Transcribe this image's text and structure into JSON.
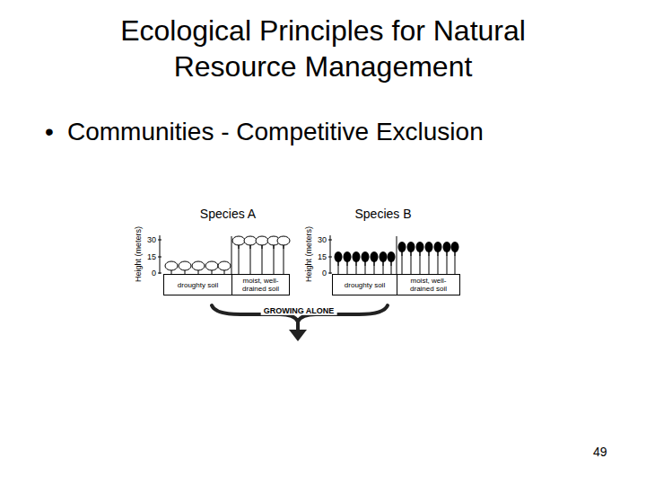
{
  "diagram": {
    "title": "Ecological Principles for Natural Resource Management",
    "nodes": [
      {
        "text": [
          "droughty soil"
        ]
      },
      {
        "text": [
          "moist, well-drained soil"
        ]
      },
      {
        "text": [
          "droughty soil"
        ]
      },
      {
        "text": [
          "moist, well-drained soil"
        ]
      }
    ],
    "labels": [
      "•",
      "Communities - Competitive Exclusion",
      "Species A",
      "Species B",
      "Height (meters)",
      "30",
      "15",
      "0",
      "Height (meters)",
      "30",
      "15",
      "0",
      "GROWING ALONE",
      "49"
    ]
  }
}
